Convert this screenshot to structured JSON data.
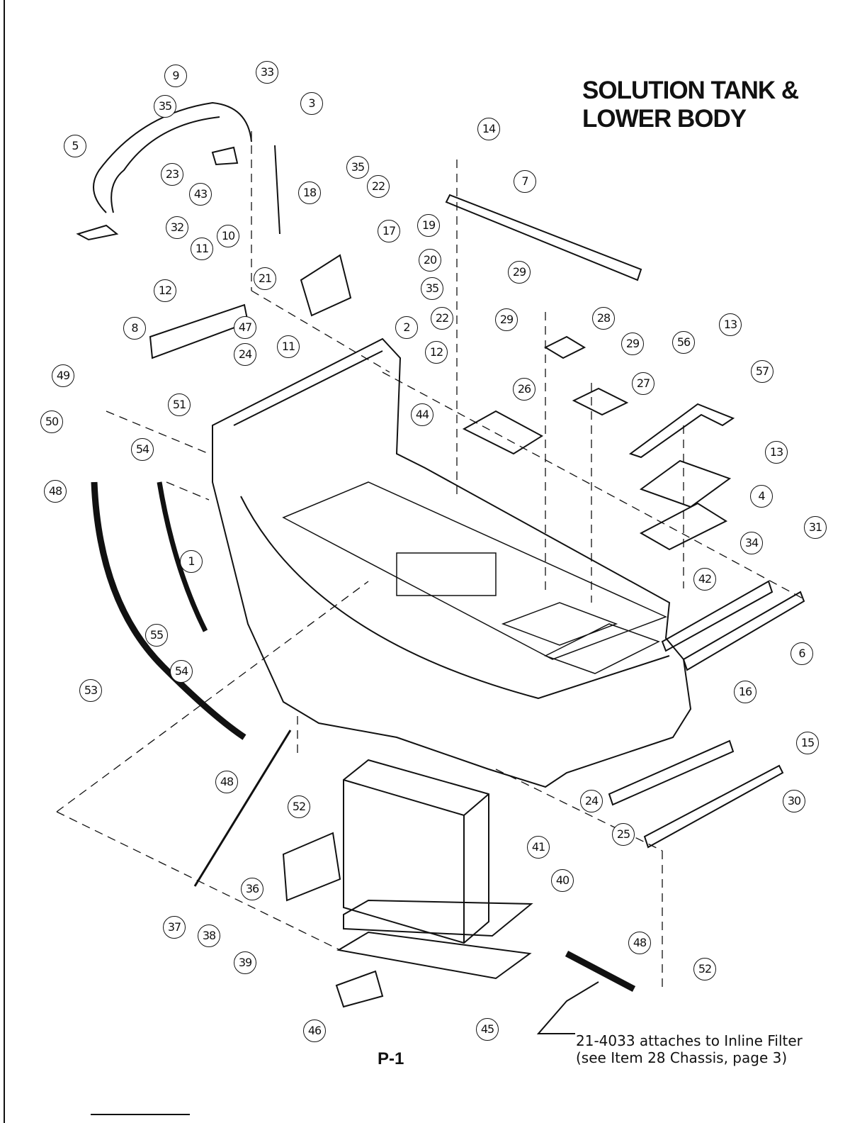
{
  "title_line1": "SOLUTION TANK &",
  "title_line2": "LOWER BODY",
  "page_number": "P-1",
  "note_line1": "21-4033 attaches to Inline Filter",
  "note_line2": "(see Item 28 Chassis, page 3)",
  "callouts": [
    "9",
    "33",
    "35",
    "3",
    "5",
    "14",
    "23",
    "43",
    "35",
    "22",
    "7",
    "18",
    "32",
    "11",
    "10",
    "17",
    "19",
    "20",
    "21",
    "12",
    "35",
    "29",
    "22",
    "2",
    "29",
    "28",
    "13",
    "8",
    "47",
    "11",
    "12",
    "24",
    "29",
    "56",
    "57",
    "27",
    "26",
    "49",
    "51",
    "44",
    "50",
    "54",
    "13",
    "48",
    "4",
    "31",
    "34",
    "1",
    "42",
    "6",
    "55",
    "54",
    "53",
    "16",
    "15",
    "48",
    "52",
    "24",
    "30",
    "25",
    "41",
    "40",
    "36",
    "37",
    "38",
    "39",
    "48",
    "52",
    "46",
    "45"
  ]
}
